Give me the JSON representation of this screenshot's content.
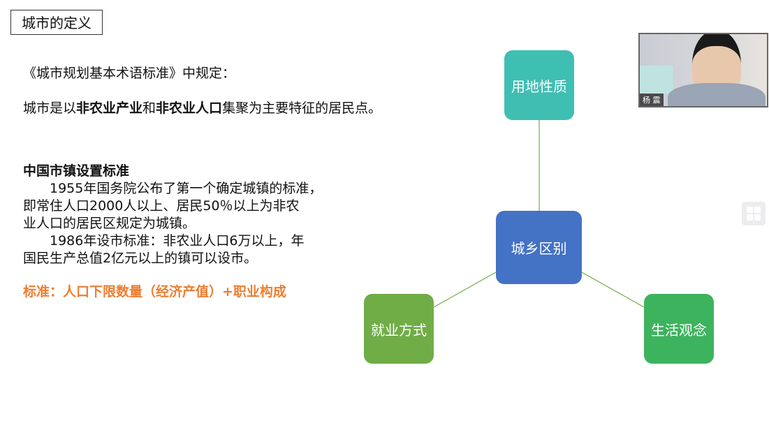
{
  "title": "城市的定义",
  "left": {
    "line1": "《城市规划基本术语标准》中规定：",
    "line2": {
      "a": "城市是以",
      "b": "非农业产业",
      "c": "和",
      "d": "非农业人口",
      "e": "集聚为主要特征的居民点。"
    },
    "heading": "中国市镇设置标准",
    "p1": "　　1955年国务院公布了第一个确定城镇的标准，",
    "p2": "即常住人口2000人以上、居民50％以上为非农",
    "p3": "业人口的居民区规定为城镇。",
    "p4": "　　1986年设市标准：非农业人口6万以上，年",
    "p5": "国民生产总值2亿元以上的镇可以设市。",
    "standard": "标准：人口下限数量（经济产值）+职业构成"
  },
  "diagram": {
    "center": "城乡区别",
    "top": "用地性质",
    "left": "就业方式",
    "right": "生活观念"
  },
  "colors": {
    "center": "#4472c4",
    "top": "#3fbfb2",
    "left": "#70ad47",
    "right": "#3db35e",
    "accent": "#ed7d31"
  },
  "webcam": {
    "name": "杨 震"
  }
}
